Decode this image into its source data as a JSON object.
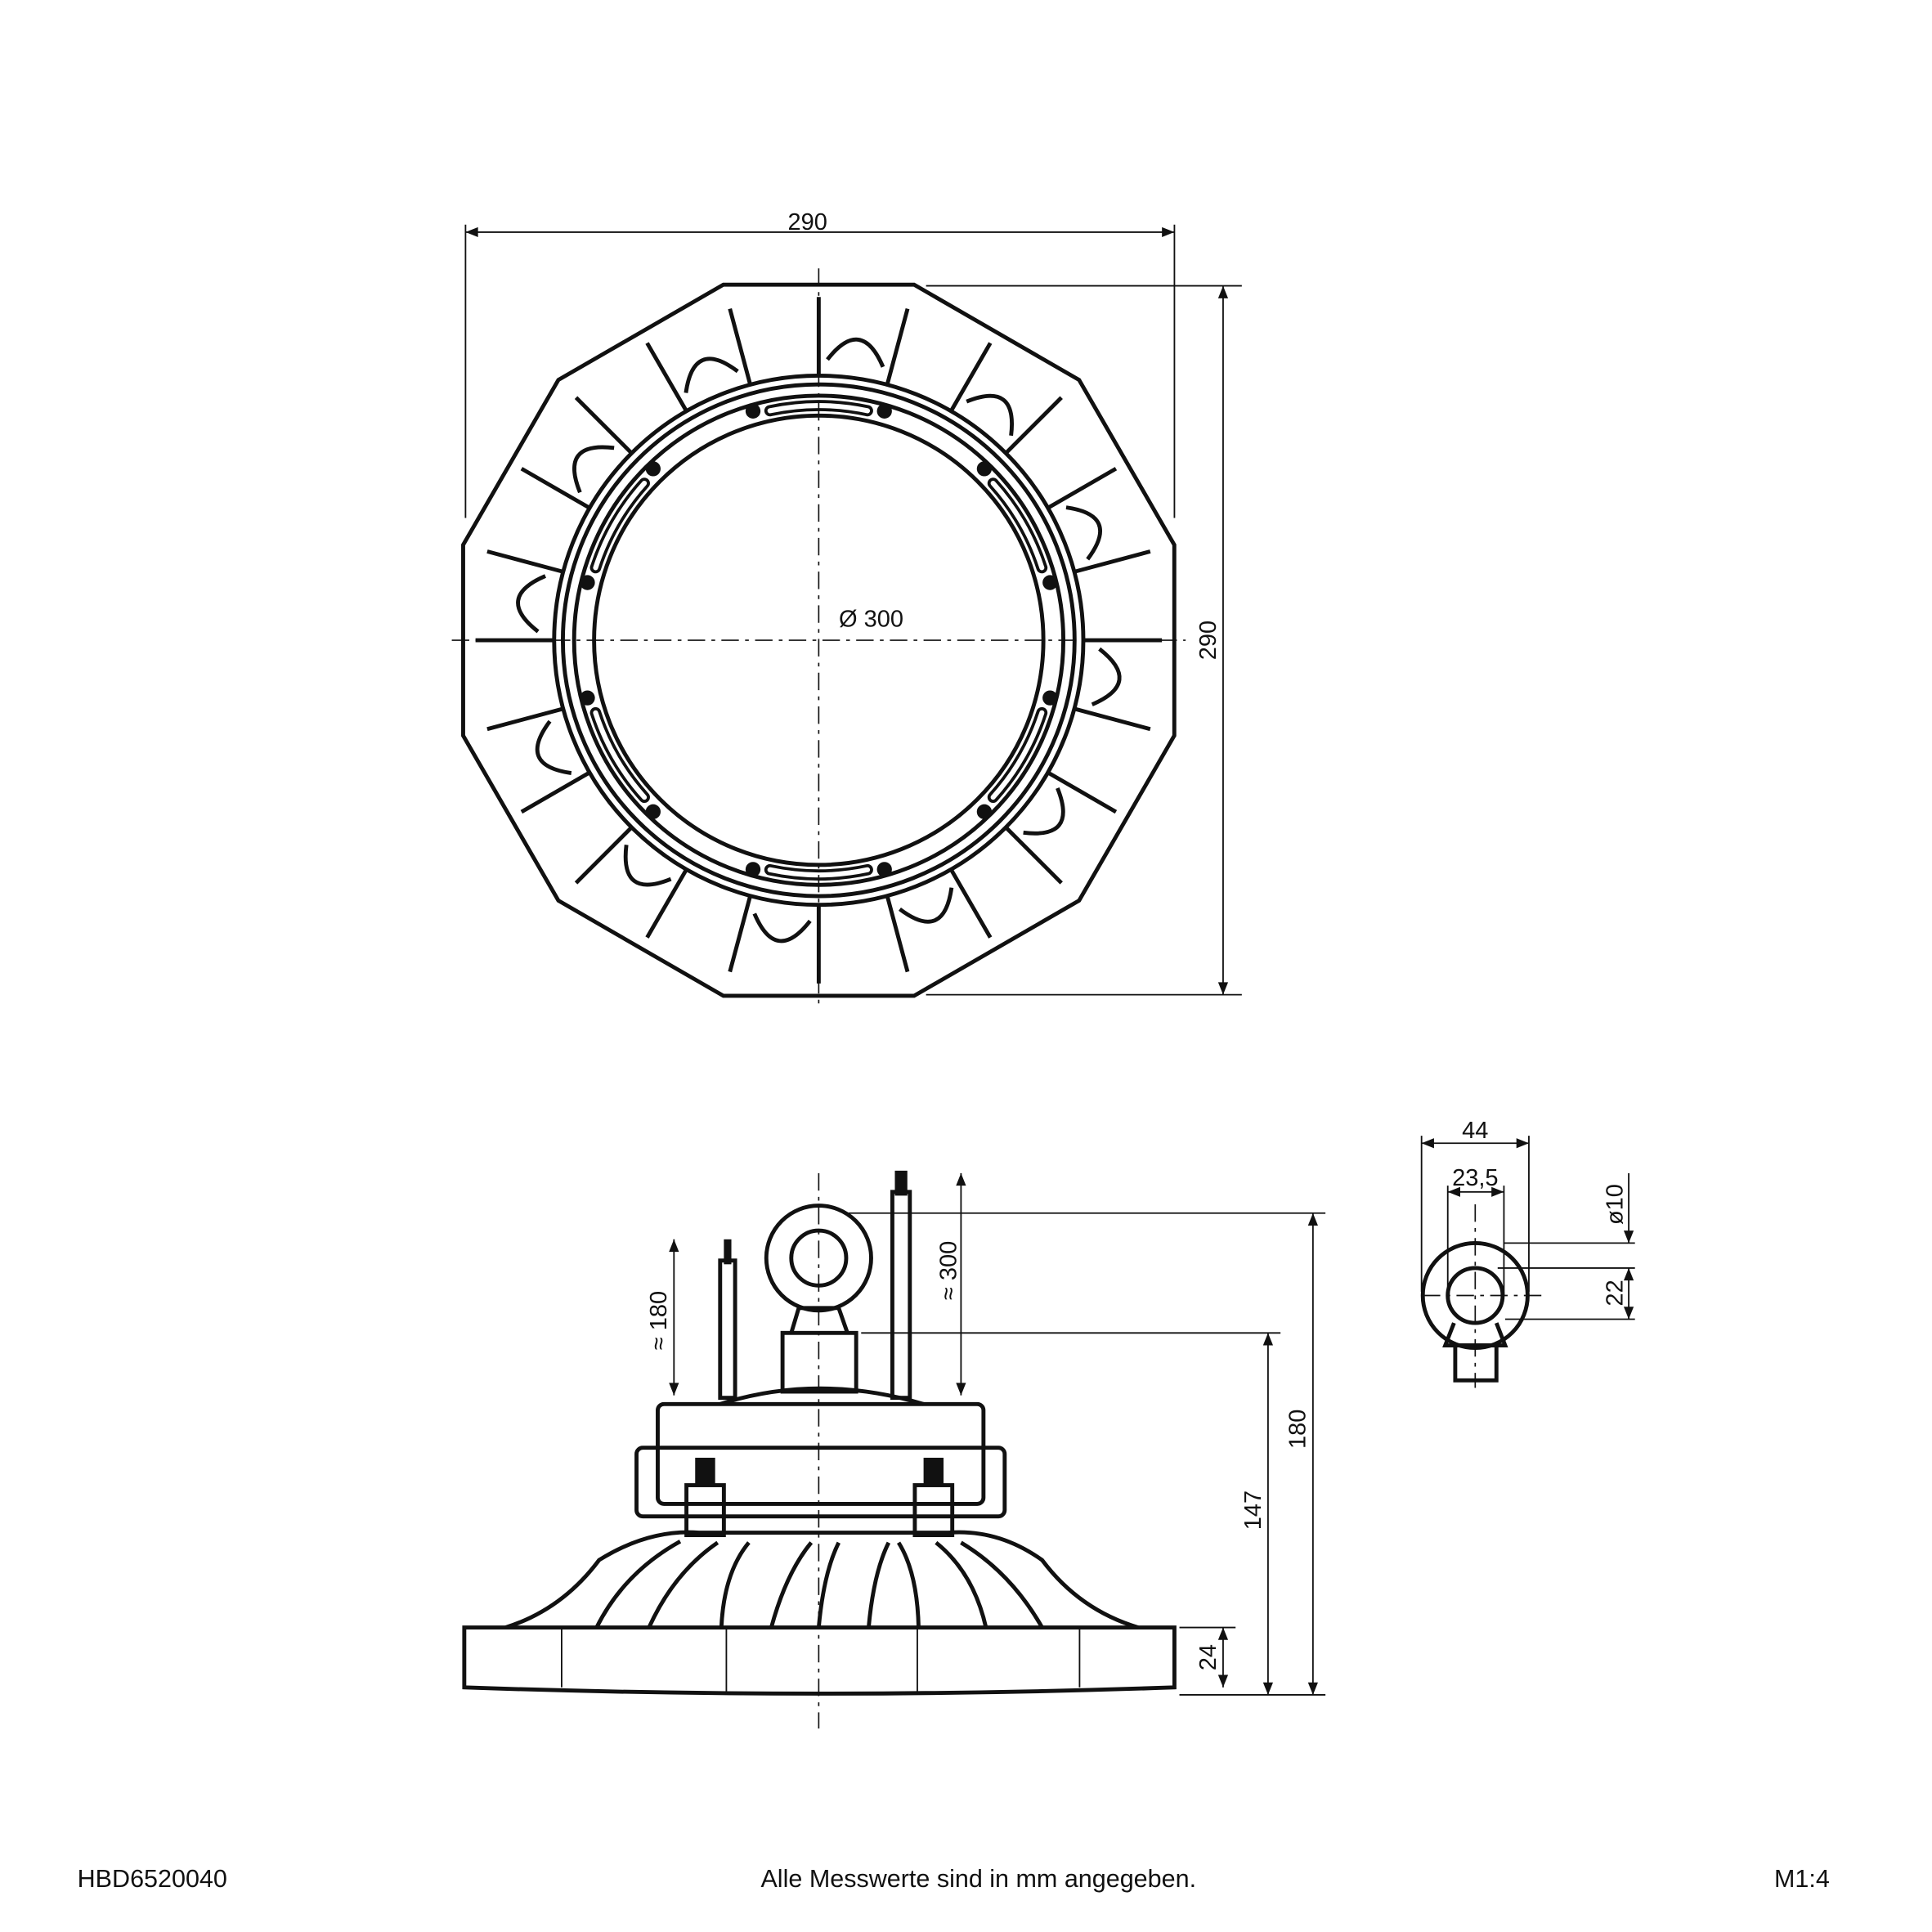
{
  "top_view": {
    "width_label": "290",
    "height_label": "290",
    "diameter_label": "Ø 300"
  },
  "side_view": {
    "cable_left_label": "≈ 180",
    "cable_right_label": "≈ 300",
    "total_height_label": "180",
    "body_height_label": "147",
    "base_height_label": "24"
  },
  "eye_bolt": {
    "outer_width_label": "44",
    "inner_width_label": "23,5",
    "wire_diameter_label": "ø10",
    "inner_height_label": "22"
  },
  "footer": {
    "article_number": "HBD6520040",
    "note": "Alle Messwerte sind in mm angegeben.",
    "scale": "M1:4"
  }
}
